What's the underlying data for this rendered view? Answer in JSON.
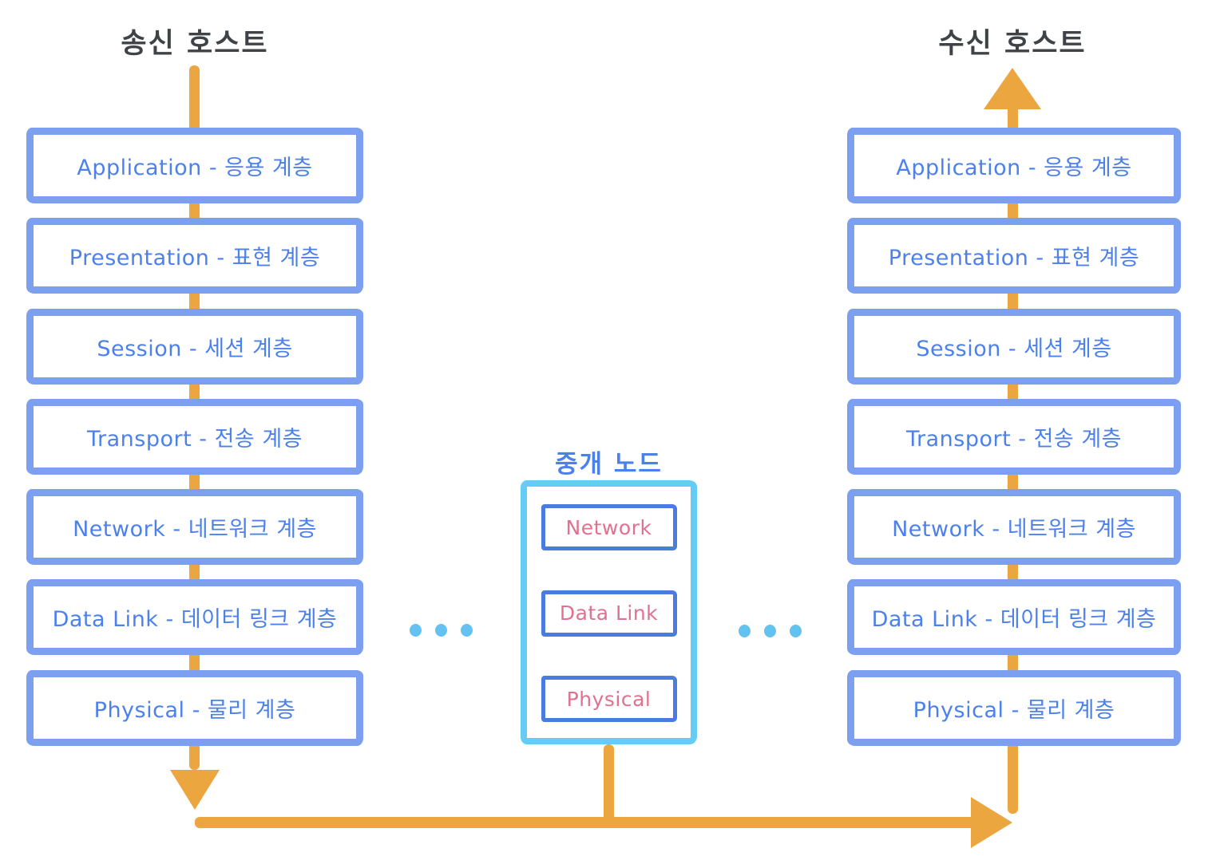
{
  "sender_host": {
    "title": "송신 호스트",
    "layers": [
      "Application - 응용 계층",
      "Presentation - 표현 계층",
      "Session - 세션 계층",
      "Transport - 전송 계층",
      "Network - 네트워크 계층",
      "Data Link - 데이터 링크 계층",
      "Physical - 물리 계층"
    ]
  },
  "receiver_host": {
    "title": "수신 호스트",
    "layers": [
      "Application - 응용 계층",
      "Presentation - 표현 계층",
      "Session - 세션 계층",
      "Transport - 전송 계층",
      "Network - 네트워크 계층",
      "Data Link - 데이터 링크 계층",
      "Physical - 물리 계층"
    ]
  },
  "intermediate_node": {
    "title": "중개 노드",
    "layers": [
      "Network",
      "Data Link",
      "Physical"
    ]
  },
  "colors": {
    "layer_border_blue": "#7d9ff0",
    "layer_text_blue": "#4c81ec",
    "node_border_cyan": "#63cdf5",
    "node_layer_border_blue": "#4a7ce0",
    "node_layer_text_pink": "#e0718f",
    "flow_arrow_orange": "#eca63f",
    "host_title_dark": "#3f4347",
    "ellipsis_dot_blue": "#64c2f1"
  }
}
